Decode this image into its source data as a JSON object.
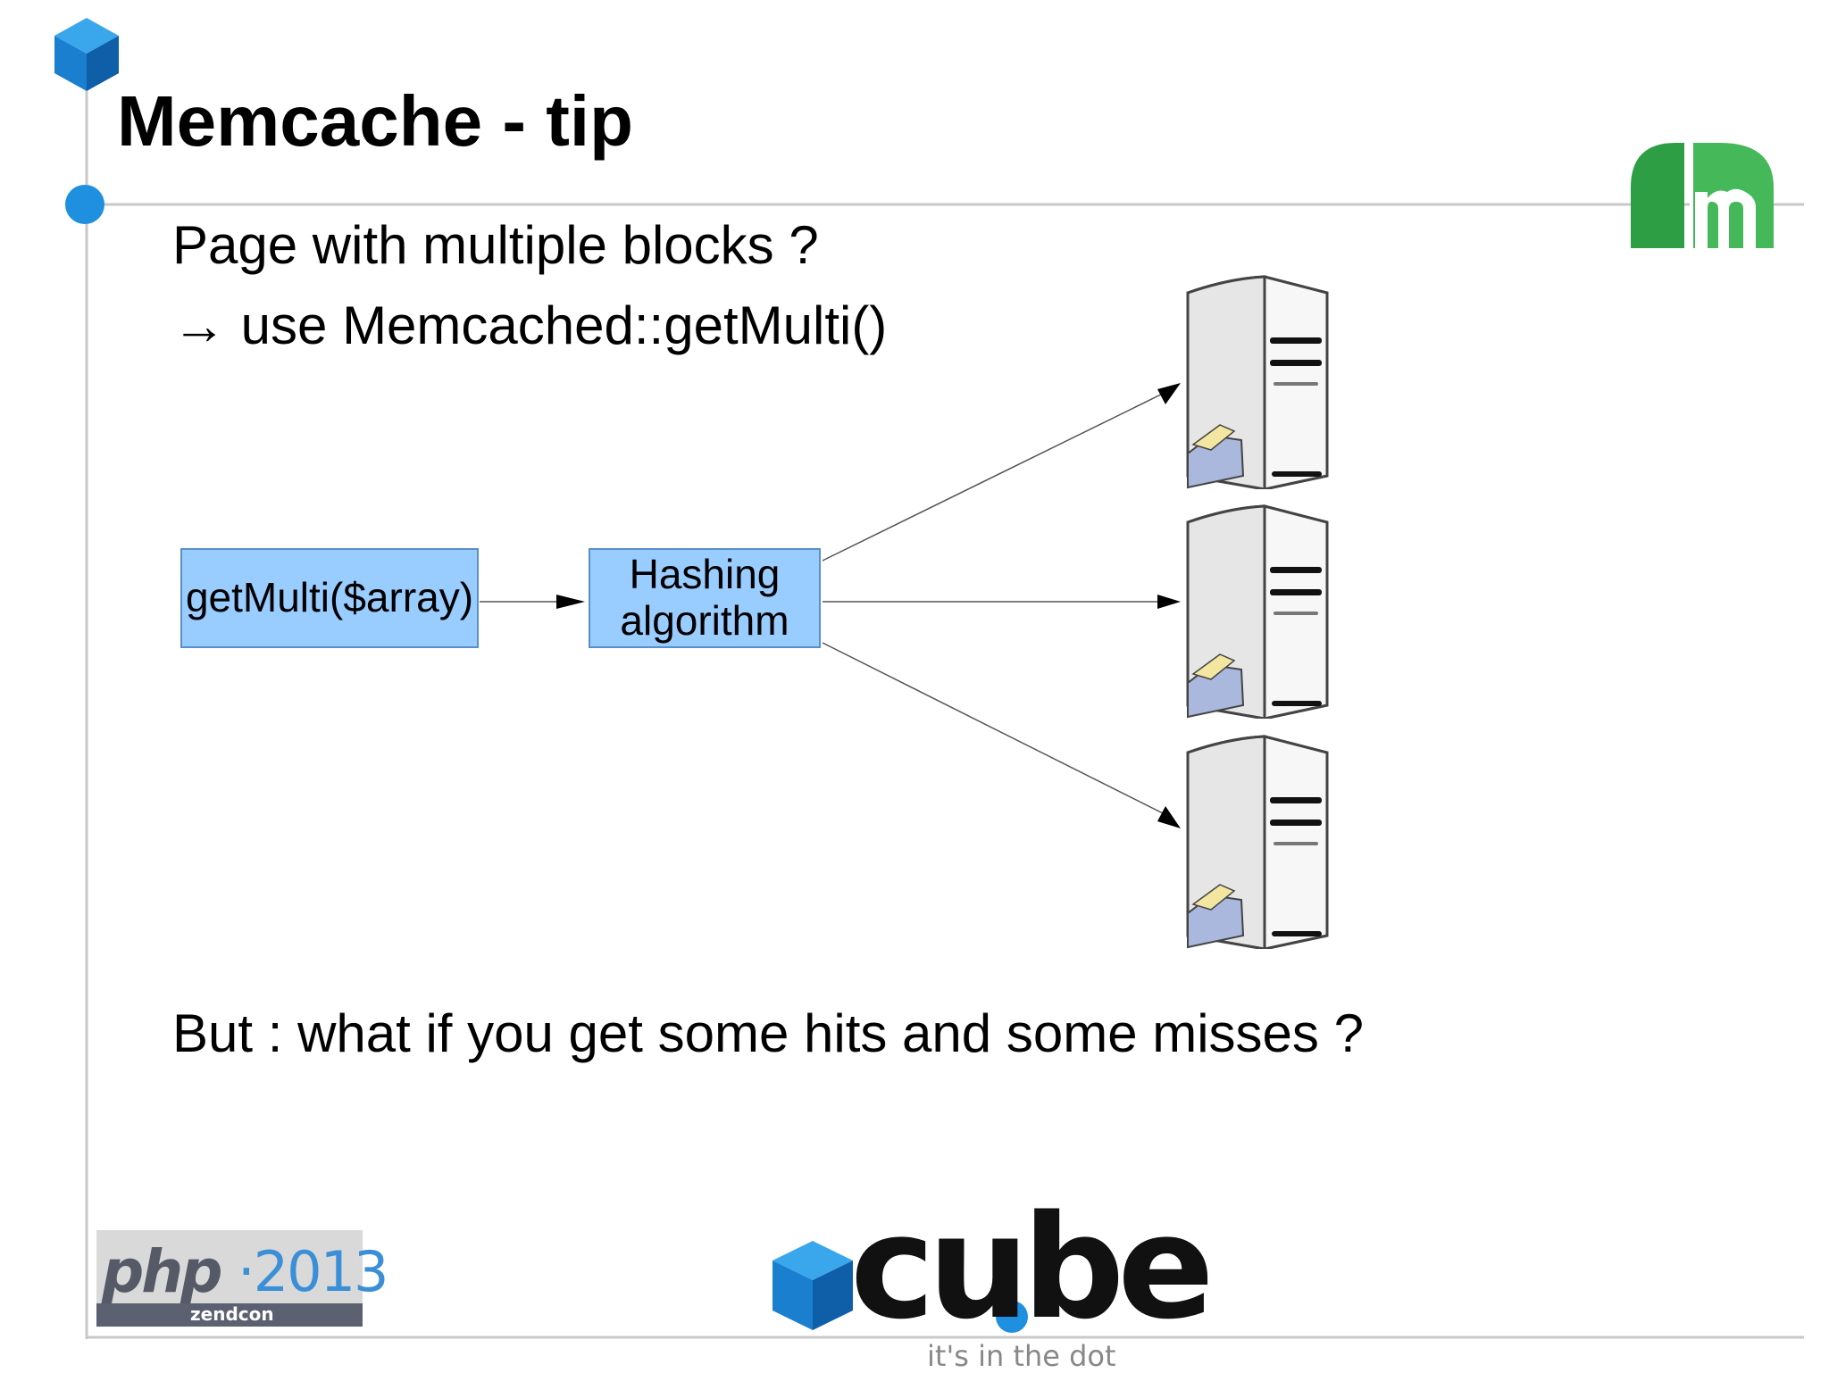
{
  "slide": {
    "title": "Memcache - tip",
    "line1": "Page with multiple blocks ?",
    "line2": "→ use Memcached::getMulti()",
    "line3": "But : what if you get some hits and some misses ?"
  },
  "diagram": {
    "box_call": "getMulti($array)",
    "box_hash_line1": "Hashing",
    "box_hash_line2": "algorithm",
    "servers": [
      "server-top",
      "server-middle",
      "server-bottom"
    ]
  },
  "logos": {
    "php_text": "php",
    "php_year": "·2013",
    "php_sub": "zendcon",
    "cube_text": "cube",
    "cube_tagline": "it's in the dot"
  },
  "colors": {
    "box_fill": "#99ccff",
    "accent_blue": "#1f8fe0",
    "memcached_green": "#2e9e44"
  }
}
